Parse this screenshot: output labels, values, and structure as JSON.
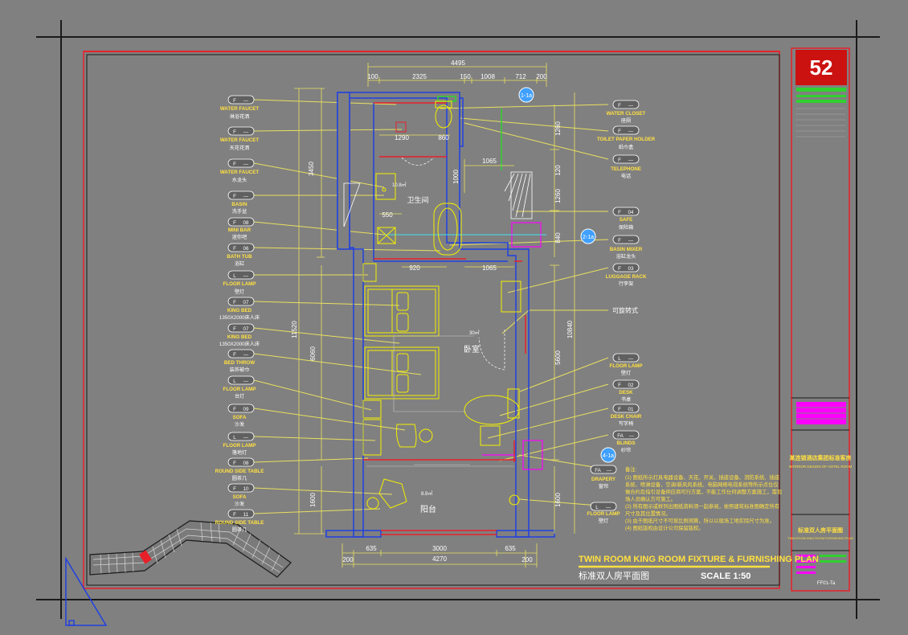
{
  "colors": {
    "background": "#808080",
    "frame_black": "#1a1a1a",
    "frame_red": "#e8202a",
    "wall_blue": "#2040e0",
    "leader_yellow": "#f4f000",
    "dim_yellow": "#e8e060",
    "text_white": "#ffffff",
    "magenta": "#ff00ff",
    "green": "#30d030",
    "cyan": "#40e0f0",
    "title_yellow": "#ffe040"
  },
  "plan_title": {
    "en": "TWIN ROOM KING ROOM FIXTURE & FURNISHING PLAN",
    "cn": "标准双人房平面图",
    "scale": "SCALE 1:50"
  },
  "logo": "52",
  "sheet_number": "FF01-Ta",
  "dims": {
    "top_total": "4495",
    "top_segs": [
      "100",
      "2325",
      "150",
      "1008",
      "712",
      "200"
    ],
    "bath_inner": [
      "1290",
      "860"
    ],
    "d1065a": "1065",
    "d1065b": "1065",
    "d1000": "1000",
    "d550": "550",
    "d920": "920",
    "left_3450": "3450",
    "left_11520": "11520",
    "left_6060": "6060",
    "left_1600": "1600",
    "right_1260a": "1260",
    "right_120": "120",
    "right_1260b": "1260",
    "right_840": "840",
    "right_10840": "10840",
    "right_5600": "5600",
    "right_1600": "1600",
    "bottom_total": "4270",
    "bottom_segs": [
      "200",
      "635",
      "3000",
      "635",
      "200"
    ]
  },
  "room_labels": {
    "bath": "卫生间",
    "bath_area": "10.8㎡",
    "bedroom": "卧室",
    "bedroom_area": "30㎡",
    "balcony": "阳台",
    "balcony_area": "8.8㎡",
    "rotate": "可旋转式"
  },
  "callout_tags": {
    "f_dash": [
      "F",
      "—"
    ],
    "l_dash": [
      "L",
      "—"
    ],
    "f_08": [
      "F",
      "08"
    ],
    "f_06": [
      "F",
      "06"
    ],
    "f_07": [
      "F",
      "07"
    ],
    "f_09": [
      "F",
      "09"
    ],
    "f_10": [
      "F",
      "10"
    ],
    "f_11": [
      "F",
      "11"
    ],
    "f_04": [
      "F",
      "04"
    ],
    "f_03": [
      "F",
      "03"
    ],
    "f_02": [
      "F",
      "02"
    ],
    "f_01": [
      "F",
      "01"
    ],
    "fa_dash": [
      "FA",
      "—"
    ],
    "sec_1a": "1-1a",
    "sec_2a": "2-1a",
    "sec_4a": "4-1a"
  },
  "left_callouts": [
    {
      "en": "WATER FAUCET",
      "cn": "淋浴花洒"
    },
    {
      "en": "WATER FAUCET",
      "cn": "天花花洒"
    },
    {
      "en": "WATER FAUCET",
      "cn": "水龙头"
    },
    {
      "en": "BASIN",
      "cn": "洗手盆"
    },
    {
      "en": "MINI BAR",
      "cn": "迷你吧"
    },
    {
      "en": "BATH TUB",
      "cn": "浴缸"
    },
    {
      "en": "FLOOR LAMP",
      "cn": "壁灯"
    },
    {
      "en": "KING BED",
      "cn": "1350X2000床人床"
    },
    {
      "en": "KING BED",
      "cn": "1350X2000床人床"
    },
    {
      "en": "BED THROW",
      "cn": "装饰被巾"
    },
    {
      "en": "FLOOR LAMP",
      "cn": "台灯"
    },
    {
      "en": "SOFA",
      "cn": "沙发"
    },
    {
      "en": "FLOOR LAMP",
      "cn": "落地灯"
    },
    {
      "en": "ROUND SIDE TABLE",
      "cn": "圆茶几"
    },
    {
      "en": "SOFA",
      "cn": "沙发"
    },
    {
      "en": "ROUND SIDE TABLE",
      "cn": "圆茶几"
    }
  ],
  "right_callouts": [
    {
      "en": "WATER CLOSET",
      "cn": "座厕"
    },
    {
      "en": "TOILET PAPER HOLDER",
      "cn": "纸巾盒"
    },
    {
      "en": "TELEPHONE",
      "cn": "电话"
    },
    {
      "en": "SAFE",
      "cn": "保险箱"
    },
    {
      "en": "BASIN MIXER",
      "cn": "浴缸龙头"
    },
    {
      "en": "LUGGAGE RACK",
      "cn": "行李架"
    },
    {
      "en": "FLOOR LAMP",
      "cn": "壁灯"
    },
    {
      "en": "DESK",
      "cn": "书桌"
    },
    {
      "en": "DESK CHAIR",
      "cn": "写字椅"
    },
    {
      "en": "BLINDS",
      "cn": "纱帘"
    },
    {
      "en": "DRAPERY",
      "cn": "窗帘"
    },
    {
      "en": "FLOOR LAMP",
      "cn": "壁灯"
    }
  ],
  "notes": {
    "heading": "备注:",
    "lines": [
      "(1) 图纸所示灯具电器设备、天花、开关、插座设备、消防系统、插座",
      "系统、喷淋设备、空调/新风风系统、电脑网络电视系统等所示点位仅",
      "做合约及指引设备供应商可行方案，不能工作仕何调整方案施工，需现",
      "场人员确认方可施工。",
      "(2) 所有图示或样列出图纸资料须一起参阅，依照建筑标准图确定所有",
      "尺寸及其位置情况。",
      "(3) 由于图纸尺寸不可按比例测算，所以以现场工地实际尺寸为准。",
      "(4) 图纸版权由设计公司保留版权。"
    ]
  },
  "title_block": {
    "project_cn": "某连锁酒店集团标准客房",
    "project_en": "INTERIOR DESIGN OF HOTEL ROOM",
    "drawing_cn": "标准双人房平面图",
    "drawing_en": "TWIN ROOM KING ROOM FURNISHING PLAN"
  }
}
